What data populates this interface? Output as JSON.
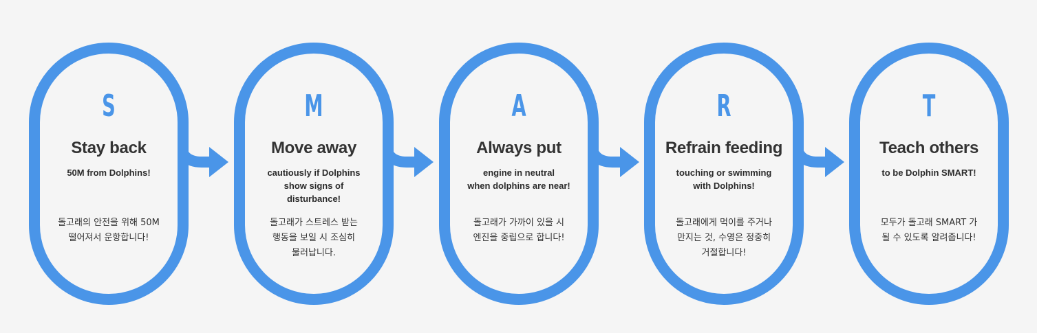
{
  "accent_color": "#4a95e8",
  "steps": [
    {
      "letter": "S",
      "title": "Stay back",
      "subtitle": "50M from Dolphins!",
      "korean": "돌고래의 안전을 위해 50M\n떨어져서 운항합니다!"
    },
    {
      "letter": "M",
      "title": "Move away",
      "subtitle": "cautiously if Dolphins\nshow signs of\ndisturbance!",
      "korean": "돌고래가 스트레스 받는\n행동을 보일 시 조심히\n물러납니다."
    },
    {
      "letter": "A",
      "title": "Always put",
      "subtitle": "engine in neutral\nwhen dolphins are near!",
      "korean": "돌고래가 가까이 있을 시\n엔진을 중립으로 합니다!"
    },
    {
      "letter": "R",
      "title": "Refrain feeding",
      "subtitle": "touching or swimming\nwith Dolphins!",
      "korean": "돌고래에게 먹이를 주거나\n만지는 것, 수영은 정중히\n거절합니다!"
    },
    {
      "letter": "T",
      "title": "Teach others",
      "subtitle": "to be Dolphin SMART!",
      "korean": "모두가 돌고래 SMART 가\n될 수 있도록 알려줍니다!"
    }
  ],
  "connector_icon": "curved-arrow-right-icon"
}
